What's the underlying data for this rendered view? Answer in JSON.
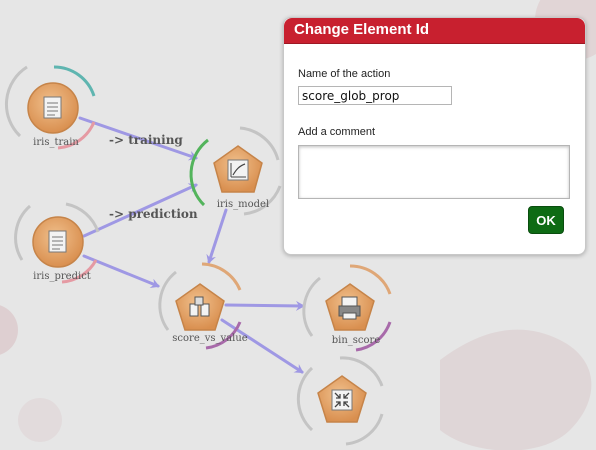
{
  "workflow": {
    "nodes": [
      {
        "id": "iris_train",
        "label": "iris_train",
        "icon": "document-icon"
      },
      {
        "id": "iris_predict",
        "label": "iris_predict",
        "icon": "document-icon"
      },
      {
        "id": "iris_model",
        "label": "iris_model",
        "icon": "chart-icon"
      },
      {
        "id": "score_vs_value",
        "label": "score_vs_value",
        "icon": "boxes-icon"
      },
      {
        "id": "bin_score",
        "label": "bin_score",
        "icon": "printer-icon"
      },
      {
        "id": "unnamed",
        "label": "",
        "icon": "collapse-arrows-icon"
      }
    ],
    "edge_labels": {
      "training": "-> training",
      "prediction": "-> prediction"
    }
  },
  "dialog": {
    "title": "Change Element Id",
    "action_label": "Name of the action",
    "action_value": "score_glob_prop",
    "comment_label": "Add a comment",
    "comment_value": "",
    "ok_label": "OK"
  },
  "colors": {
    "dialog_header": "#c8202f",
    "ok_button": "#0e6b14",
    "node_fill": "#e2a468",
    "edge": "#9f98e4",
    "ring_teal": "#5fb5b0",
    "ring_pink": "#e59aa3",
    "ring_green": "#53b45c",
    "ring_orange": "#dfa777",
    "ring_purple": "#a86aaa",
    "ring_gray": "#c4c4c4"
  }
}
